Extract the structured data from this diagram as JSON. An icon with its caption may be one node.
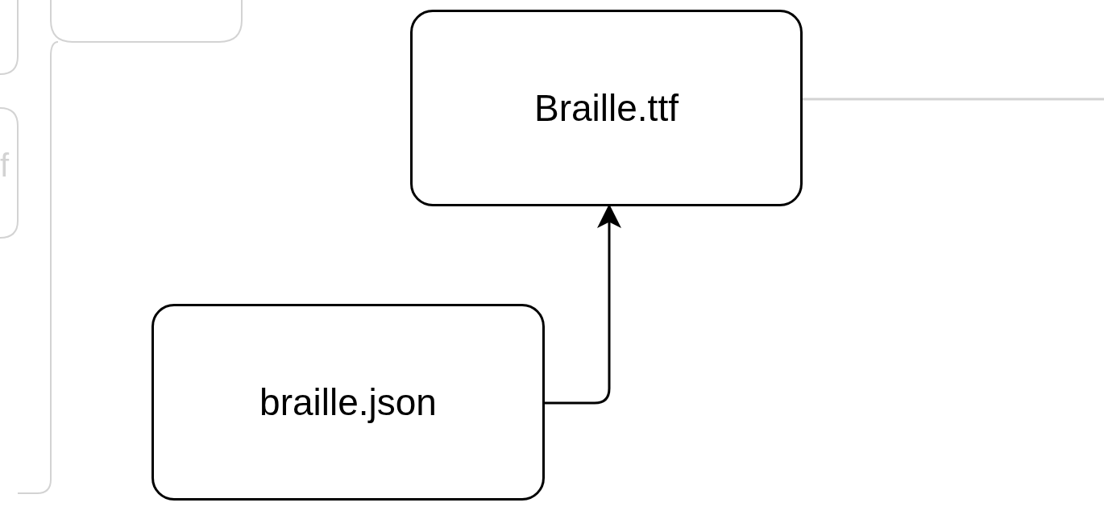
{
  "diagram": {
    "nodes": [
      {
        "text": [
          "Braille.ttf"
        ]
      },
      {
        "text": [
          "braille.json"
        ]
      }
    ],
    "edges": [
      {
        "from": 1,
        "to": 0,
        "arrow": "to"
      },
      {
        "from": 0,
        "to": null,
        "arrow": "none",
        "color": "#d3d3d3"
      }
    ],
    "labels": [
      "f"
    ]
  }
}
